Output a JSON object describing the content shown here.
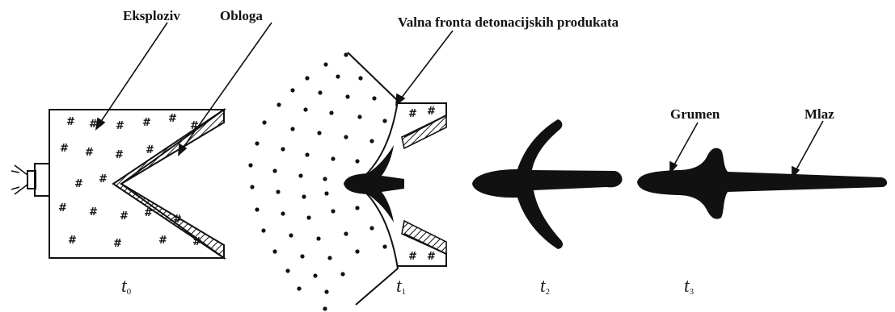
{
  "labels": {
    "explosive": "Eksploziv",
    "liner": "Obloga",
    "wavefront": "Valna fronta detonacijskih produkata",
    "slug": "Grumen",
    "jet": "Mlaz"
  },
  "stages": [
    {
      "name": "t",
      "sub": "0"
    },
    {
      "name": "t",
      "sub": "1"
    },
    {
      "name": "t",
      "sub": "2"
    },
    {
      "name": "t",
      "sub": "3"
    }
  ],
  "colors": {
    "ink": "#111111",
    "background": "#ffffff"
  }
}
